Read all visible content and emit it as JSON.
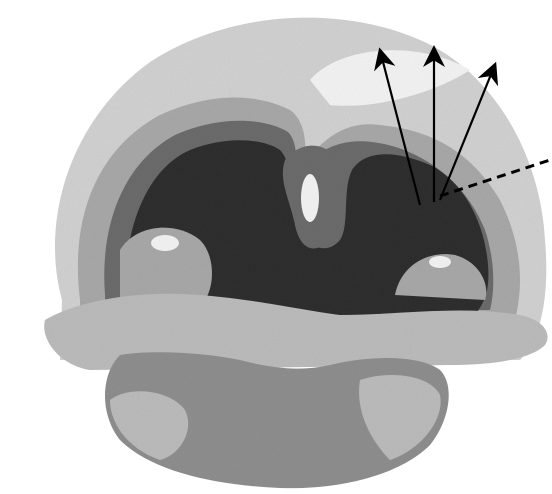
{
  "figure": {
    "kind": "grayscale anatomical illustration with direction arrows",
    "palette": {
      "outer_light": "#d2d2d2",
      "mid_gray": "#a9a9a9",
      "dark_gray": "#6c6c6c",
      "cavity_dark": "#2e2e2e",
      "highlight": "#f4f4f4",
      "floor_gray": "#bcbcbc",
      "stalk_gray": "#8f8f8f",
      "arrow_color": "#000000"
    },
    "arrows": {
      "solid_count": 3,
      "dashed_count": 1
    }
  }
}
